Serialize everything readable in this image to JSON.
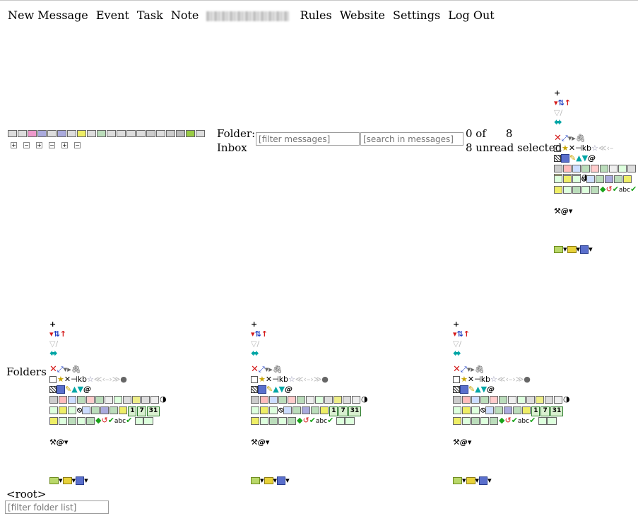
{
  "menu": {
    "new_message": "New Message",
    "event": "Event",
    "task": "Task",
    "note": "Note",
    "rules": "Rules",
    "website": "Website",
    "settings": "Settings",
    "logout": "Log Out"
  },
  "folder": {
    "label": "Folder:",
    "name": "Inbox"
  },
  "filter_messages": {
    "placeholder": "[filter messages]"
  },
  "search_messages": {
    "placeholder": "[search in messages]"
  },
  "counts": {
    "of_text": "0 of",
    "total": "8",
    "unread_text": "8 unread",
    "selected": "selected"
  },
  "folders_label": "Folders",
  "root_label": "<root>",
  "filter_folders": {
    "placeholder": "[filter folder list]"
  },
  "toolbar_text": {
    "at": "@",
    "kb": "kb",
    "abc": "abc",
    "cal1": "1",
    "cal7": "7",
    "cal31": "31"
  },
  "icons": [
    "move-icon",
    "sort-icon",
    "filter-icon",
    "delete-icon",
    "flag-icon",
    "attachment-icon",
    "star-icon",
    "save-icon",
    "calendar-icon",
    "folder-icon",
    "tools-icon"
  ]
}
